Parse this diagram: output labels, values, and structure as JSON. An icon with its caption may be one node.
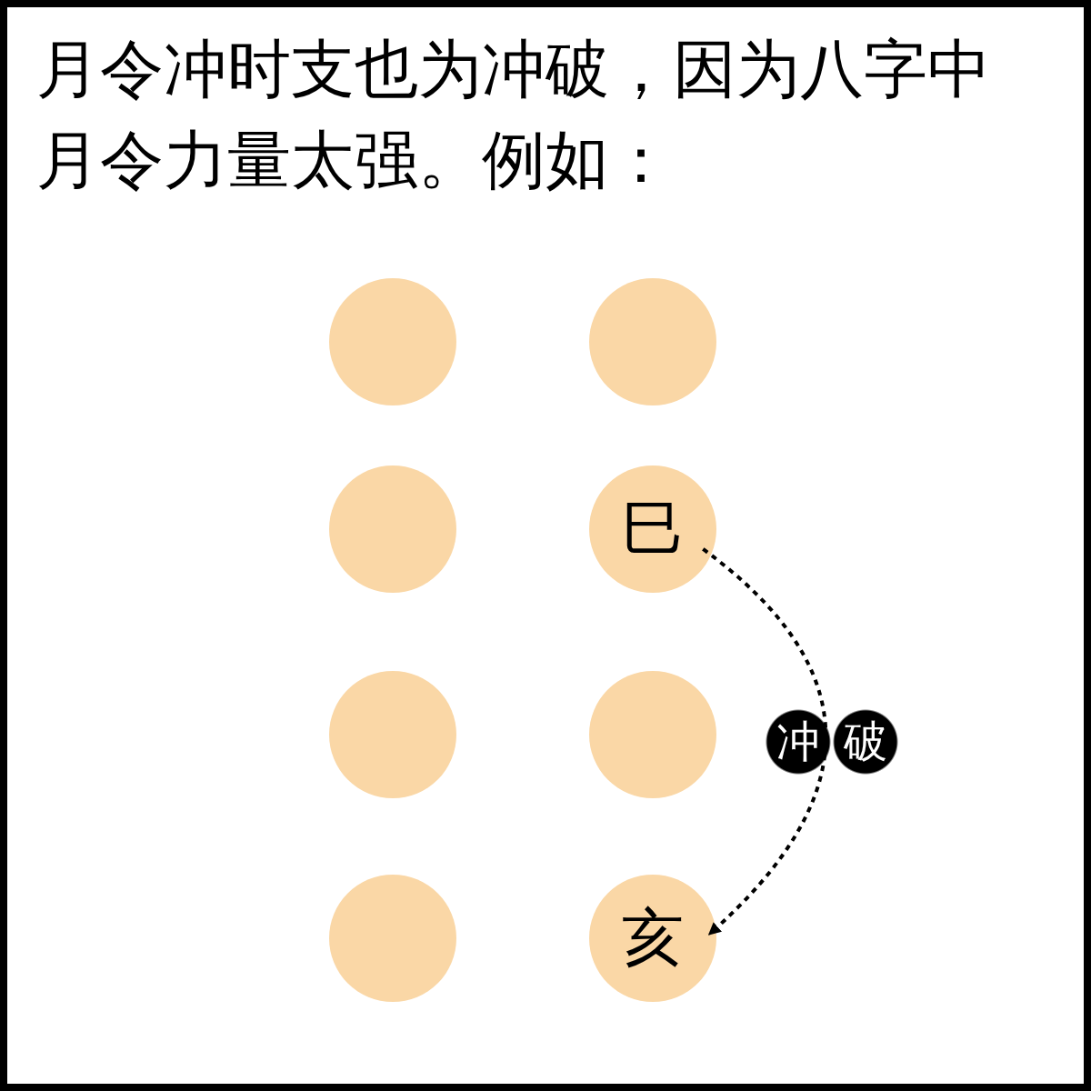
{
  "diagram": {
    "title": "月令冲时支也为冲破，因为八字中月令力量太强。例如：",
    "nodes": [
      {
        "text": [],
        "shape": "circle"
      },
      {
        "text": [],
        "shape": "circle"
      },
      {
        "text": [],
        "shape": "circle"
      },
      {
        "text": [
          "巳"
        ]
      },
      {
        "text": [],
        "shape": "circle"
      },
      {
        "text": [],
        "shape": "circle"
      },
      {
        "text": [],
        "shape": "circle"
      },
      {
        "text": [
          "亥"
        ]
      }
    ],
    "edges": [
      {
        "from": 3,
        "to": 7,
        "arrow": "to",
        "style": "dashed",
        "label": "冲破"
      }
    ]
  }
}
